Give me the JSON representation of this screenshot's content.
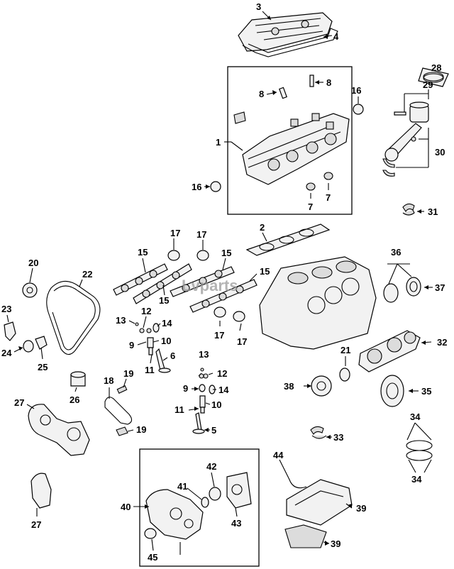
{
  "watermark": "Lvparts",
  "callouts": [
    "1",
    "2",
    "3",
    "4",
    "5",
    "6",
    "7",
    "8",
    "9",
    "10",
    "11",
    "12",
    "13",
    "14",
    "15",
    "16",
    "17",
    "19",
    "20",
    "21",
    "22",
    "23",
    "24",
    "25",
    "26",
    "27",
    "28",
    "29",
    "30",
    "31",
    "32",
    "33",
    "34",
    "35",
    "36",
    "37",
    "38",
    "39",
    "40",
    "41",
    "42",
    "43",
    "44",
    "45",
    "18"
  ],
  "labels": [
    {
      "id": "l3",
      "text": "3"
    },
    {
      "id": "l4",
      "text": "4"
    },
    {
      "id": "l28",
      "text": "28"
    },
    {
      "id": "l29",
      "text": "29"
    },
    {
      "id": "l8a",
      "text": "8"
    },
    {
      "id": "l8b",
      "text": "8"
    },
    {
      "id": "l16a",
      "text": "16"
    },
    {
      "id": "l1",
      "text": "1"
    },
    {
      "id": "l30",
      "text": "30"
    },
    {
      "id": "l16b",
      "text": "16"
    },
    {
      "id": "l7a",
      "text": "7"
    },
    {
      "id": "l7b",
      "text": "7"
    },
    {
      "id": "l31",
      "text": "31"
    },
    {
      "id": "l2",
      "text": "2"
    },
    {
      "id": "l17a",
      "text": "17"
    },
    {
      "id": "l17b",
      "text": "17"
    },
    {
      "id": "l15a",
      "text": "15"
    },
    {
      "id": "l15b",
      "text": "15"
    },
    {
      "id": "l15c",
      "text": "15"
    },
    {
      "id": "l15d",
      "text": "15"
    },
    {
      "id": "l36",
      "text": "36"
    },
    {
      "id": "l37",
      "text": "37"
    },
    {
      "id": "l20",
      "text": "20"
    },
    {
      "id": "l22",
      "text": "22"
    },
    {
      "id": "l23",
      "text": "23"
    },
    {
      "id": "l24",
      "text": "24"
    },
    {
      "id": "l25",
      "text": "25"
    },
    {
      "id": "l13a",
      "text": "13"
    },
    {
      "id": "l12a",
      "text": "12"
    },
    {
      "id": "l14a",
      "text": "14"
    },
    {
      "id": "l9a",
      "text": "9"
    },
    {
      "id": "l10a",
      "text": "10"
    },
    {
      "id": "l11a",
      "text": "11"
    },
    {
      "id": "l6",
      "text": "6"
    },
    {
      "id": "l17c",
      "text": "17"
    },
    {
      "id": "l17d",
      "text": "17"
    },
    {
      "id": "l32",
      "text": "32"
    },
    {
      "id": "l21",
      "text": "21"
    },
    {
      "id": "l38",
      "text": "38"
    },
    {
      "id": "l35",
      "text": "35"
    },
    {
      "id": "l26",
      "text": "26"
    },
    {
      "id": "l18",
      "text": "18"
    },
    {
      "id": "l19a",
      "text": "19"
    },
    {
      "id": "l27a",
      "text": "27"
    },
    {
      "id": "l19b",
      "text": "19"
    },
    {
      "id": "l13b",
      "text": "13"
    },
    {
      "id": "l12b",
      "text": "12"
    },
    {
      "id": "l9b",
      "text": "9"
    },
    {
      "id": "l14b",
      "text": "14"
    },
    {
      "id": "l11b",
      "text": "11"
    },
    {
      "id": "l10b",
      "text": "10"
    },
    {
      "id": "l5",
      "text": "5"
    },
    {
      "id": "l33",
      "text": "33"
    },
    {
      "id": "l34a",
      "text": "34"
    },
    {
      "id": "l34b",
      "text": "34"
    },
    {
      "id": "l44",
      "text": "44"
    },
    {
      "id": "l42",
      "text": "42"
    },
    {
      "id": "l41",
      "text": "41"
    },
    {
      "id": "l40",
      "text": "40"
    },
    {
      "id": "l43",
      "text": "43"
    },
    {
      "id": "l39a",
      "text": "39"
    },
    {
      "id": "l39b",
      "text": "39"
    },
    {
      "id": "l27b",
      "text": "27"
    },
    {
      "id": "l45",
      "text": "45"
    }
  ]
}
